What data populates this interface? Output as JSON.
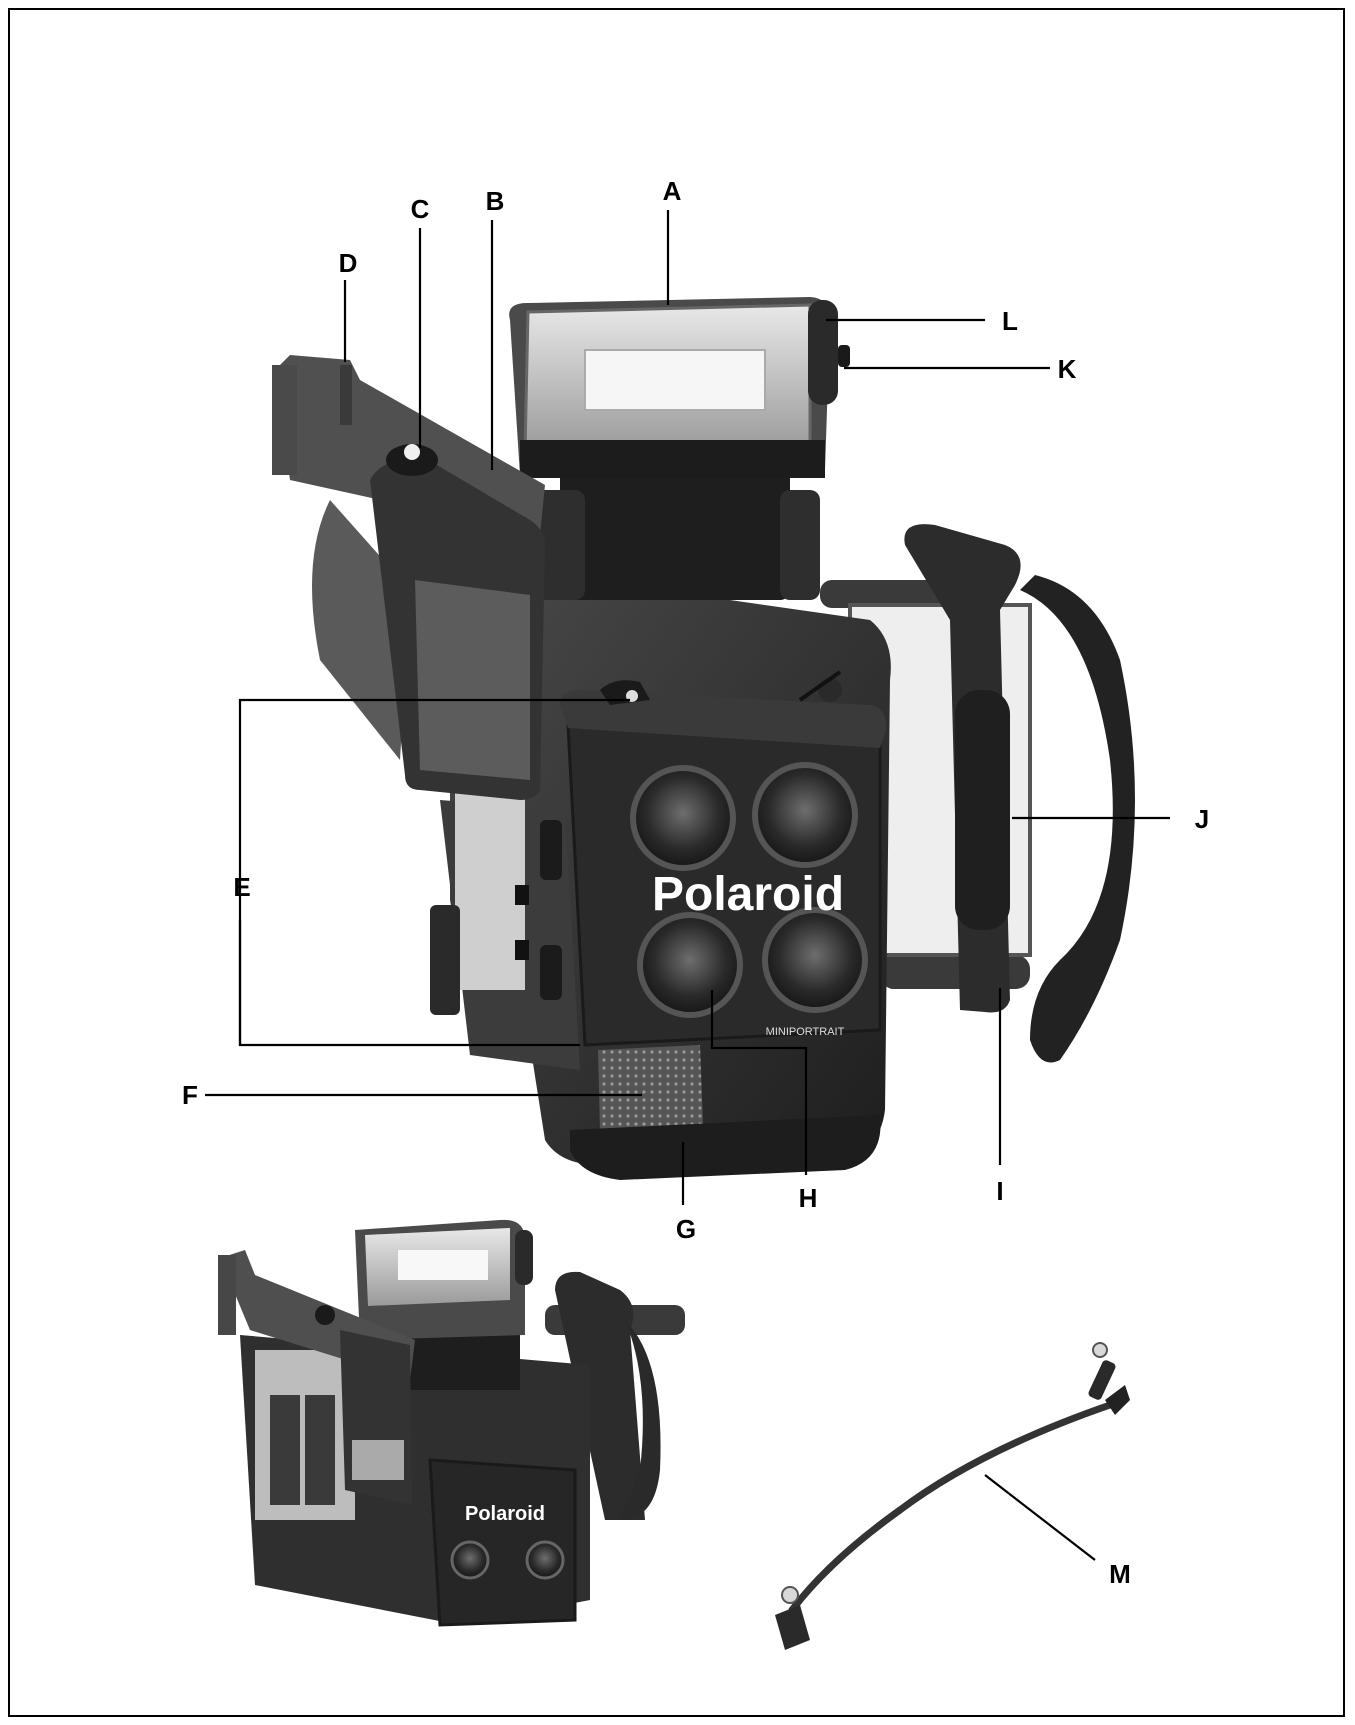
{
  "brand": "Polaroid",
  "model_plate": "MINIPORTRAIT",
  "callouts": {
    "A": "A",
    "B": "B",
    "C": "C",
    "D": "D",
    "E": "E",
    "F": "F",
    "G": "G",
    "H": "H",
    "I": "I",
    "J": "J",
    "K": "K",
    "L": "L",
    "M": "M"
  },
  "colors": {
    "ink": "#000000",
    "body_dark": "#2e2e2e",
    "body_mid": "#4a4a4a",
    "paper": "#ffffff"
  }
}
